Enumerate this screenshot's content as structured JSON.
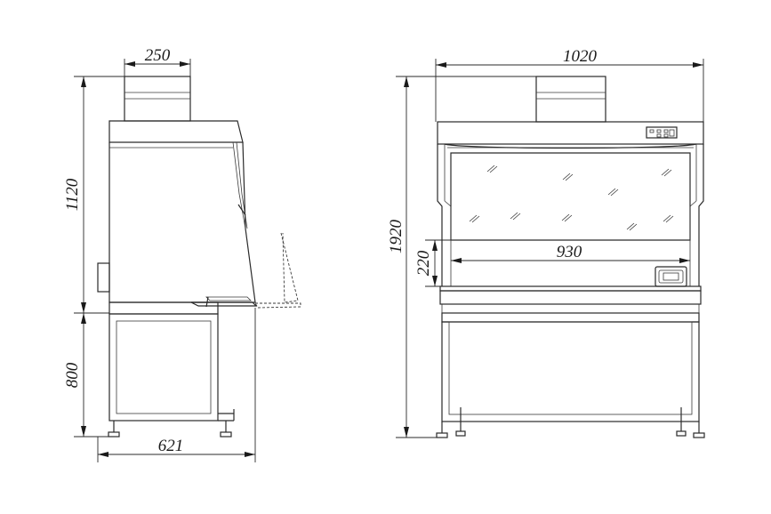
{
  "dimensions": {
    "side_top_width": "250",
    "side_upper_height": "1120",
    "side_lower_height": "800",
    "side_depth": "621",
    "front_width": "1020",
    "front_total_height": "1920",
    "front_opening_height": "220",
    "front_inner_width": "930"
  },
  "colors": {
    "line": "#2a2a2a",
    "background": "#ffffff"
  }
}
